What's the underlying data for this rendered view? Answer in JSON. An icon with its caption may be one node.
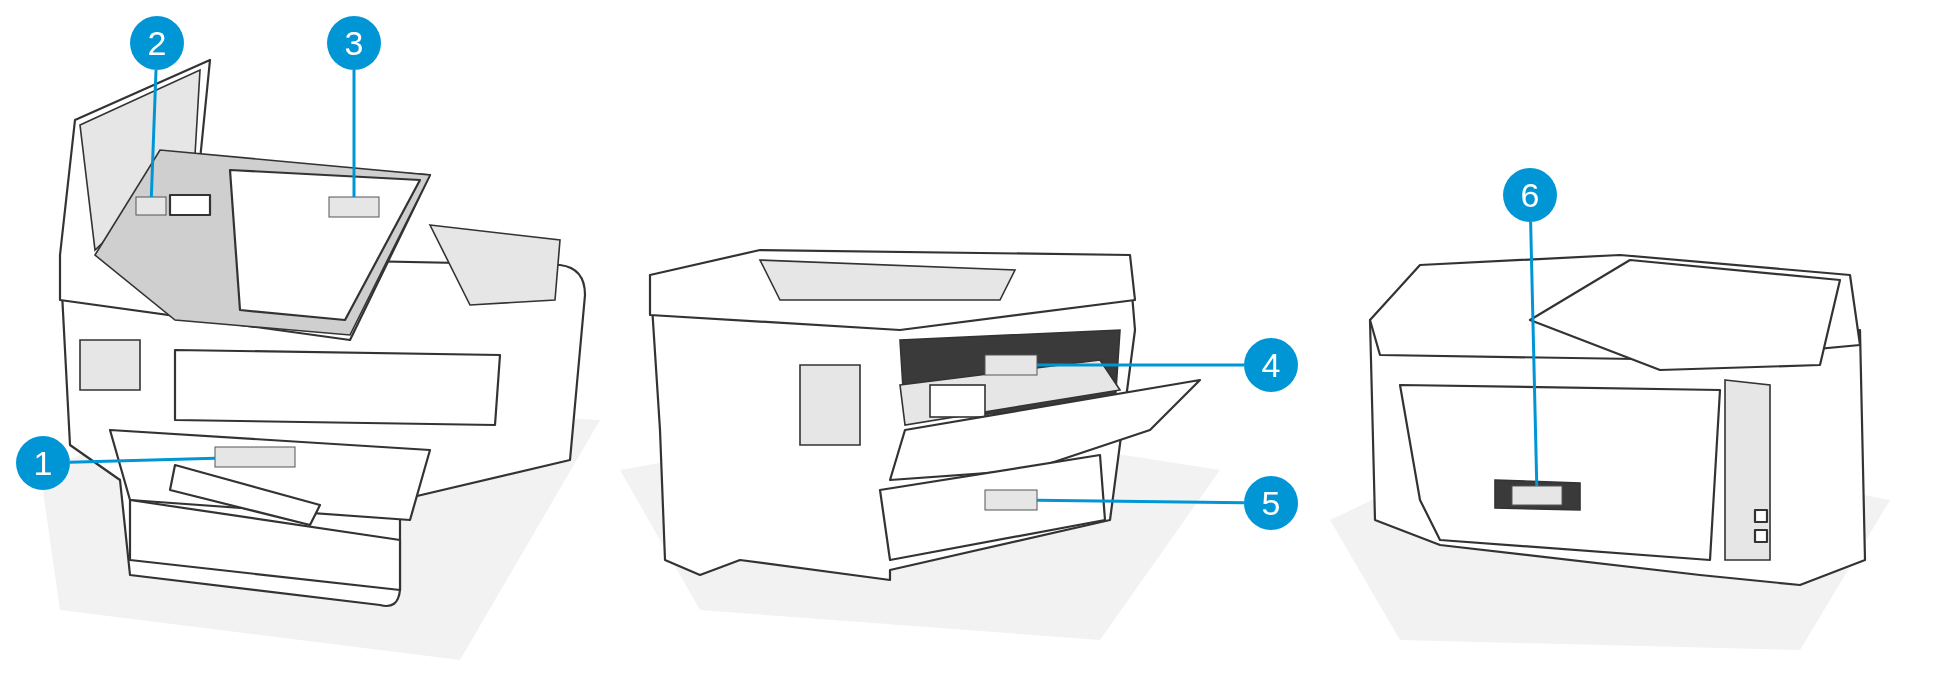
{
  "diagram": {
    "nodes": [
      {
        "text": [
          "1"
        ]
      },
      {
        "text": [
          "2"
        ]
      },
      {
        "text": [
          "3"
        ]
      },
      {
        "text": [
          "4"
        ]
      },
      {
        "text": [
          "5"
        ]
      },
      {
        "text": [
          "6"
        ]
      },
      {
        "text": [],
        "shape": "box"
      },
      {
        "text": [],
        "shape": "box"
      },
      {
        "text": [],
        "shape": "box"
      },
      {
        "text": [],
        "shape": "box"
      },
      {
        "text": [],
        "shape": "box"
      },
      {
        "text": [],
        "shape": "box"
      }
    ],
    "edges": [
      {
        "from": 0,
        "to": 6,
        "arrow": "none"
      },
      {
        "from": 1,
        "to": 7,
        "arrow": "none"
      },
      {
        "from": 2,
        "to": 8,
        "arrow": "none"
      },
      {
        "from": 3,
        "to": 9,
        "arrow": "none"
      },
      {
        "from": 4,
        "to": 10,
        "arrow": "none"
      },
      {
        "from": 5,
        "to": 11,
        "arrow": "none"
      }
    ]
  }
}
